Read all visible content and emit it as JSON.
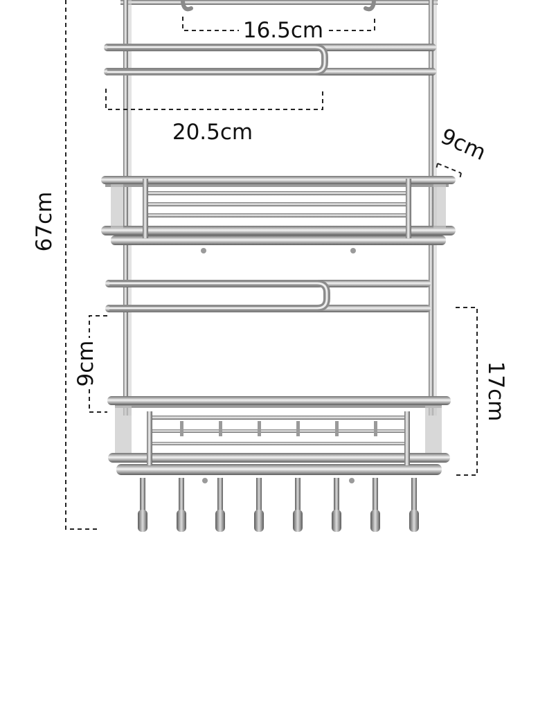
{
  "dimensions": {
    "top_hook_spacing": "16.5cm",
    "towel_bar_width": "20.5cm",
    "basket_depth": "9cm",
    "total_height": "67cm",
    "shelf_gap": "9cm",
    "lower_basket_height": "17cm"
  },
  "colors": {
    "steel_dark": "#6f6f6f",
    "steel_mid": "#b9b9b9",
    "steel_light": "#f4f4f4",
    "dim_line": "#222222"
  }
}
